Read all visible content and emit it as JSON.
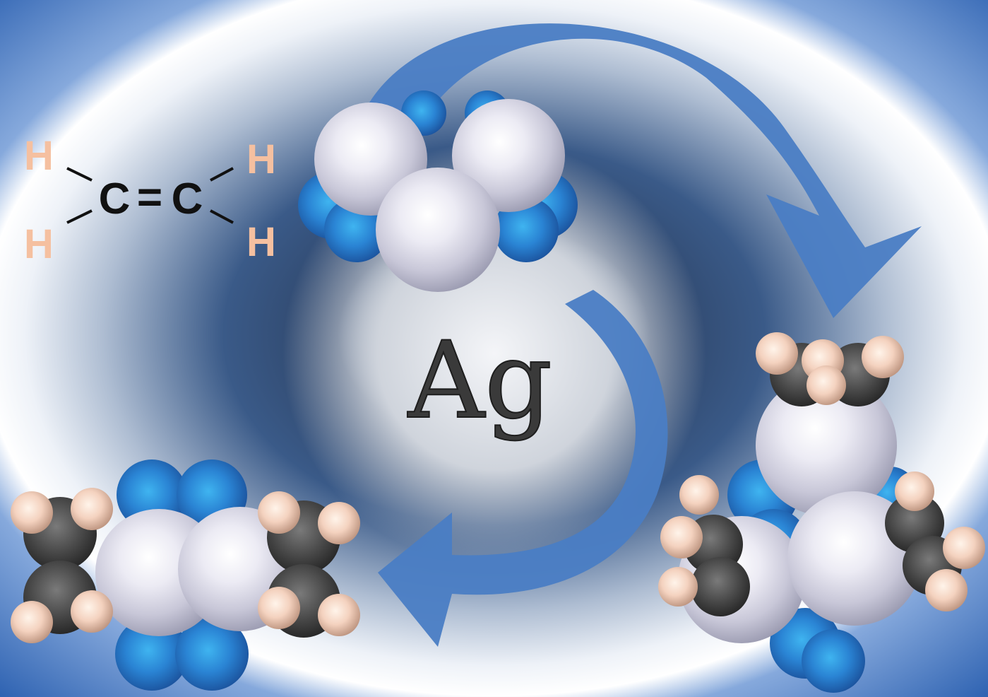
{
  "formula": {
    "h_left_top": "H",
    "h_left_bottom": "H",
    "c_left": "C",
    "double_bond": "=",
    "c_right": "C",
    "h_right_top": "H",
    "h_right_bottom": "H"
  },
  "center_label": "Ag",
  "colors": {
    "background_blue": "#3a6fb8",
    "halo_white": "#ffffff",
    "dark_core": "#1e2f4c",
    "arrow_blue": "#4a7dc4",
    "hydrogen_label": "#f5c0a0",
    "carbon_label": "#111111",
    "silver_atom": "#e6e6f0",
    "nitrogen_atom": "#2f86d6",
    "carbon_atom": "#4a4a4a",
    "hydrogen_atom": "#f4d2bf"
  }
}
